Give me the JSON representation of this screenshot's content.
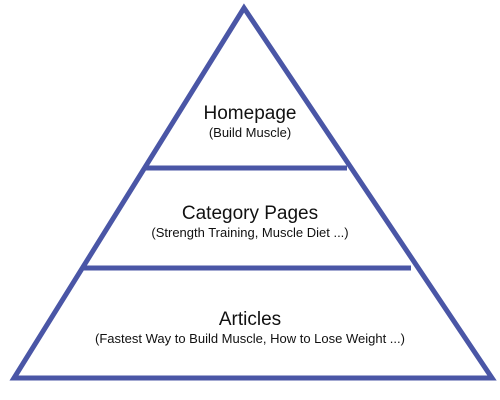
{
  "diagram": {
    "stroke_color": "#4a56a6",
    "text_color": "#111111",
    "tiers": [
      {
        "title": "Homepage",
        "subtitle": "(Build Muscle)"
      },
      {
        "title": "Category Pages",
        "subtitle": "(Strength Training, Muscle Diet ...)"
      },
      {
        "title": "Articles",
        "subtitle": "(Fastest Way to Build Muscle, How to Lose Weight ...)"
      }
    ]
  }
}
